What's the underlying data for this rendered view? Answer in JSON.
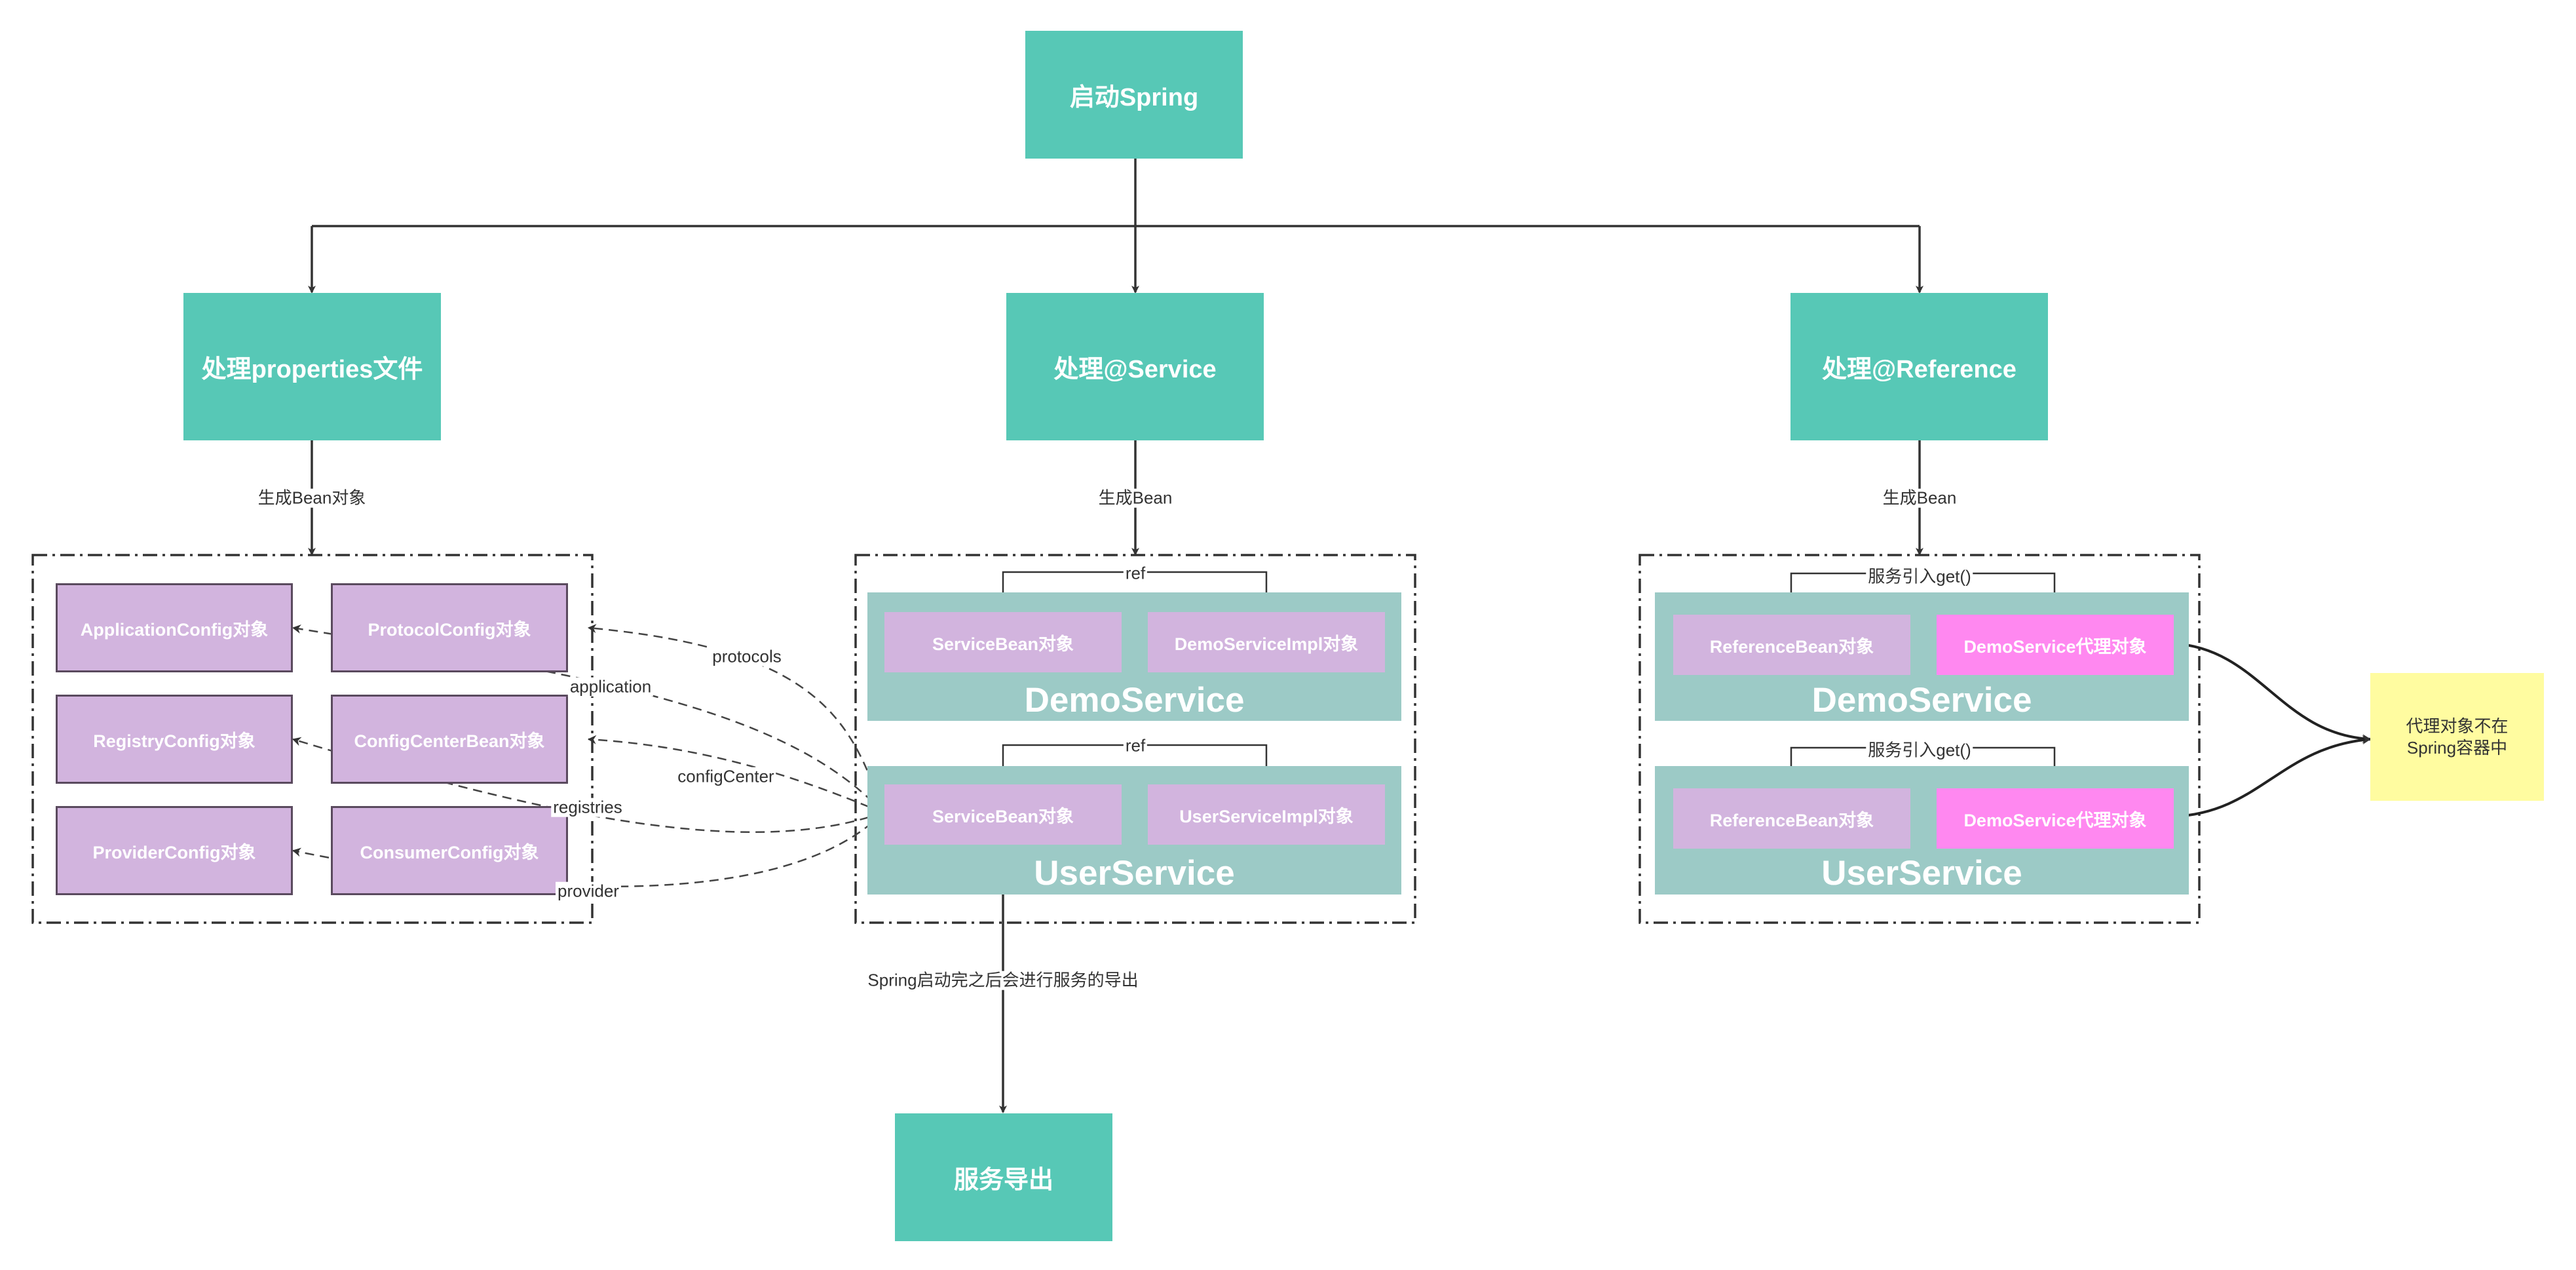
{
  "nodes": {
    "start": "启动Spring",
    "properties": "处理properties文件",
    "service": "处理@Service",
    "reference": "处理@Reference",
    "export": "服务导出"
  },
  "edge_labels": {
    "gen_bean_objects": "生成Bean对象",
    "gen_bean_service": "生成Bean",
    "gen_bean_reference": "生成Bean",
    "export_after_start": "Spring启动完之后会进行服务的导出"
  },
  "config_objects": {
    "application": "ApplicationConfig对象",
    "protocol": "ProtocolConfig对象",
    "registry": "RegistryConfig对象",
    "config_center": "ConfigCenterBean对象",
    "provider": "ProviderConfig对象",
    "consumer": "ConsumerConfig对象"
  },
  "dependency_labels": {
    "protocols": "protocols",
    "application": "application",
    "config_center": "configCenter",
    "registries": "registries",
    "provider": "provider"
  },
  "service_groups": [
    {
      "title": "DemoService",
      "bean": "ServiceBean对象",
      "impl": "DemoServiceImpl对象",
      "link": "ref"
    },
    {
      "title": "UserService",
      "bean": "ServiceBean对象",
      "impl": "UserServiceImpl对象",
      "link": "ref"
    }
  ],
  "reference_groups": [
    {
      "title": "DemoService",
      "bean": "ReferenceBean对象",
      "proxy": "DemoService代理对象",
      "link": "服务引入get()"
    },
    {
      "title": "UserService",
      "bean": "ReferenceBean对象",
      "proxy": "DemoService代理对象",
      "link": "服务引入get()"
    }
  ],
  "note": {
    "line1": "代理对象不在",
    "line2": "Spring容器中"
  },
  "colors": {
    "primary_node": "#57c8b6",
    "config_object": "#d2b4de",
    "service_container": "#9ccac6",
    "proxy_object": "#ff88f0",
    "note": "#fffca0"
  }
}
